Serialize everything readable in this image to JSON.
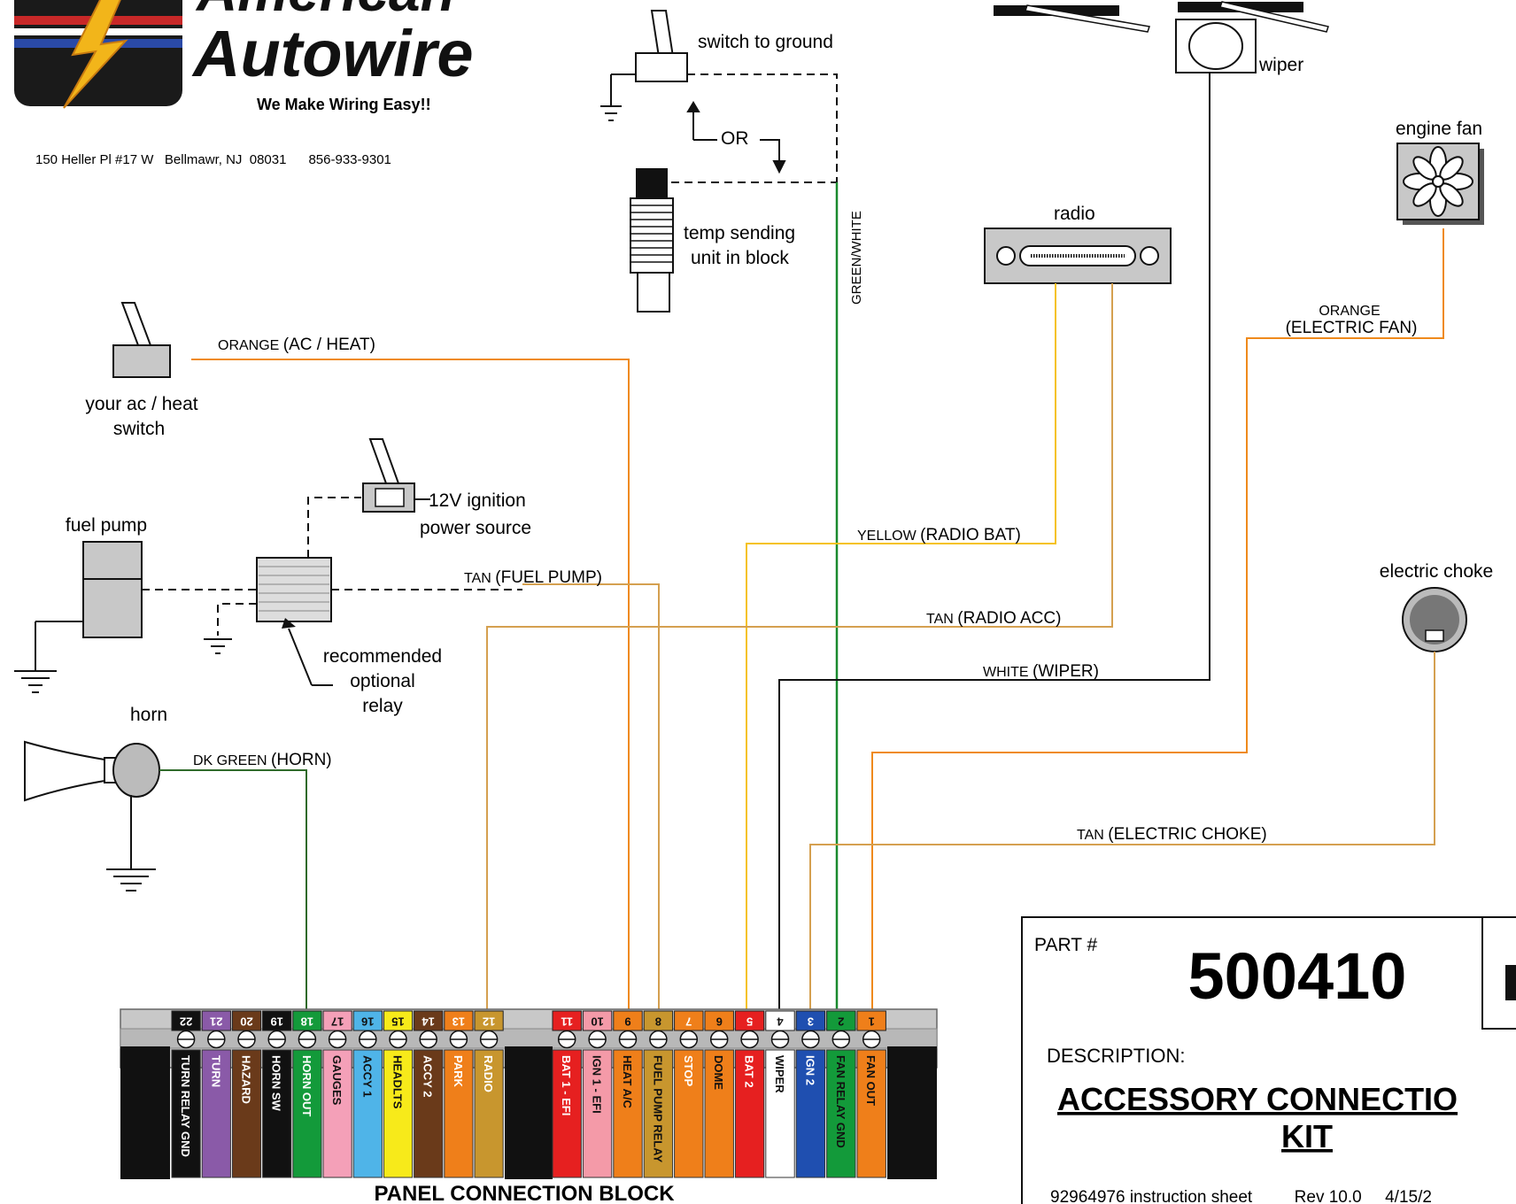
{
  "logo": {
    "brand_line1": "American",
    "brand_line2": "Autowire",
    "tagline": "We Make Wiring Easy!!",
    "address": "150 Heller Pl #17 W   Bellmawr, NJ  08031      856-933-9301"
  },
  "components": {
    "switch_to_ground": "switch to ground",
    "or": "OR",
    "temp_sender_line1": "temp sending",
    "temp_sender_line2": "unit in block",
    "wiper": "wiper",
    "engine_fan": "engine fan",
    "radio": "radio",
    "ac_switch_line1": "your ac / heat",
    "ac_switch_line2": "switch",
    "ignition_line1": "12V ignition",
    "ignition_line2": "power source",
    "fuel_pump": "fuel pump",
    "relay_line1": "recommended",
    "relay_line2": "optional",
    "relay_line3": "relay",
    "horn": "horn",
    "electric_choke": "electric choke"
  },
  "wires": {
    "green_white": "GREEN/WHITE",
    "orange_ac_color": "ORANGE",
    "orange_ac_func": "(AC / HEAT)",
    "orange_fan_color": "ORANGE",
    "orange_fan_func": "(ELECTRIC FAN)",
    "yellow_color": "YELLOW",
    "yellow_func": "(RADIO BAT)",
    "tan_fuel_color": "TAN",
    "tan_fuel_func": "(FUEL PUMP)",
    "tan_radio_color": "TAN",
    "tan_radio_func": "(RADIO ACC)",
    "white_color": "WHITE",
    "white_func": "(WIPER)",
    "dkgreen_color": "DK GREEN",
    "dkgreen_func": "(HORN)",
    "tan_choke_color": "TAN",
    "tan_choke_func": "(ELECTRIC CHOKE)"
  },
  "colors": {
    "orange": "#ef8a1c",
    "yellow": "#f5c21b",
    "tan": "#d5a050",
    "green": "#1a8a2e",
    "dkgreen": "#2f6a2a",
    "black": "#111111"
  },
  "block": {
    "title": "PANEL CONNECTION BLOCK",
    "left_terminals": [
      {
        "num": "22",
        "label": "TURN RELAY GND",
        "color": "#111111",
        "text": "#ffffff"
      },
      {
        "num": "21",
        "label": "TURN",
        "color": "#8a5aa8",
        "text": "#ffffff"
      },
      {
        "num": "20",
        "label": "HAZARD",
        "color": "#6a3a1a",
        "text": "#ffffff"
      },
      {
        "num": "19",
        "label": "HORN SW",
        "color": "#111111",
        "text": "#ffffff"
      },
      {
        "num": "18",
        "label": "HORN OUT",
        "color": "#139a3a",
        "text": "#ffffff"
      },
      {
        "num": "17",
        "label": "GAUGES",
        "color": "#f4a0b8",
        "text": "#111111"
      },
      {
        "num": "16",
        "label": "ACCY 1",
        "color": "#4fb4e8",
        "text": "#111111"
      },
      {
        "num": "15",
        "label": "HEADLTS",
        "color": "#f7ea1a",
        "text": "#111111"
      },
      {
        "num": "14",
        "label": "ACCY 2",
        "color": "#6a3a1a",
        "text": "#ffffff"
      },
      {
        "num": "13",
        "label": "PARK",
        "color": "#ef7f1a",
        "text": "#ffffff"
      },
      {
        "num": "12",
        "label": "RADIO",
        "color": "#c8962e",
        "text": "#ffffff"
      }
    ],
    "right_terminals": [
      {
        "num": "11",
        "label": "BAT 1 - EFI",
        "color": "#e62020",
        "text": "#ffffff"
      },
      {
        "num": "10",
        "label": "IGN 1 - EFI",
        "color": "#f49aa8",
        "text": "#111111"
      },
      {
        "num": "9",
        "label": "HEAT A/C",
        "color": "#ef7f1a",
        "text": "#111111"
      },
      {
        "num": "8",
        "label": "FUEL PUMP RELAY",
        "color": "#c8962e",
        "text": "#111111"
      },
      {
        "num": "7",
        "label": "STOP",
        "color": "#ef7f1a",
        "text": "#ffffff"
      },
      {
        "num": "6",
        "label": "DOME",
        "color": "#ef7f1a",
        "text": "#111111"
      },
      {
        "num": "5",
        "label": "BAT 2",
        "color": "#e62020",
        "text": "#ffffff"
      },
      {
        "num": "4",
        "label": "WIPER",
        "color": "#ffffff",
        "text": "#111111"
      },
      {
        "num": "3",
        "label": "IGN 2",
        "color": "#1f4fb0",
        "text": "#ffffff"
      },
      {
        "num": "2",
        "label": "FAN RELAY GND",
        "color": "#139a3a",
        "text": "#111111"
      },
      {
        "num": "1",
        "label": "FAN OUT",
        "color": "#ef7f1a",
        "text": "#111111"
      }
    ]
  },
  "title_block": {
    "part_label": "PART #",
    "part_number": "500410",
    "description_label": "DESCRIPTION:",
    "description_line1": "ACCESSORY CONNECTIO",
    "description_line2": "KIT",
    "footer": "92964976 instruction sheet         Rev 10.0     4/15/2"
  }
}
